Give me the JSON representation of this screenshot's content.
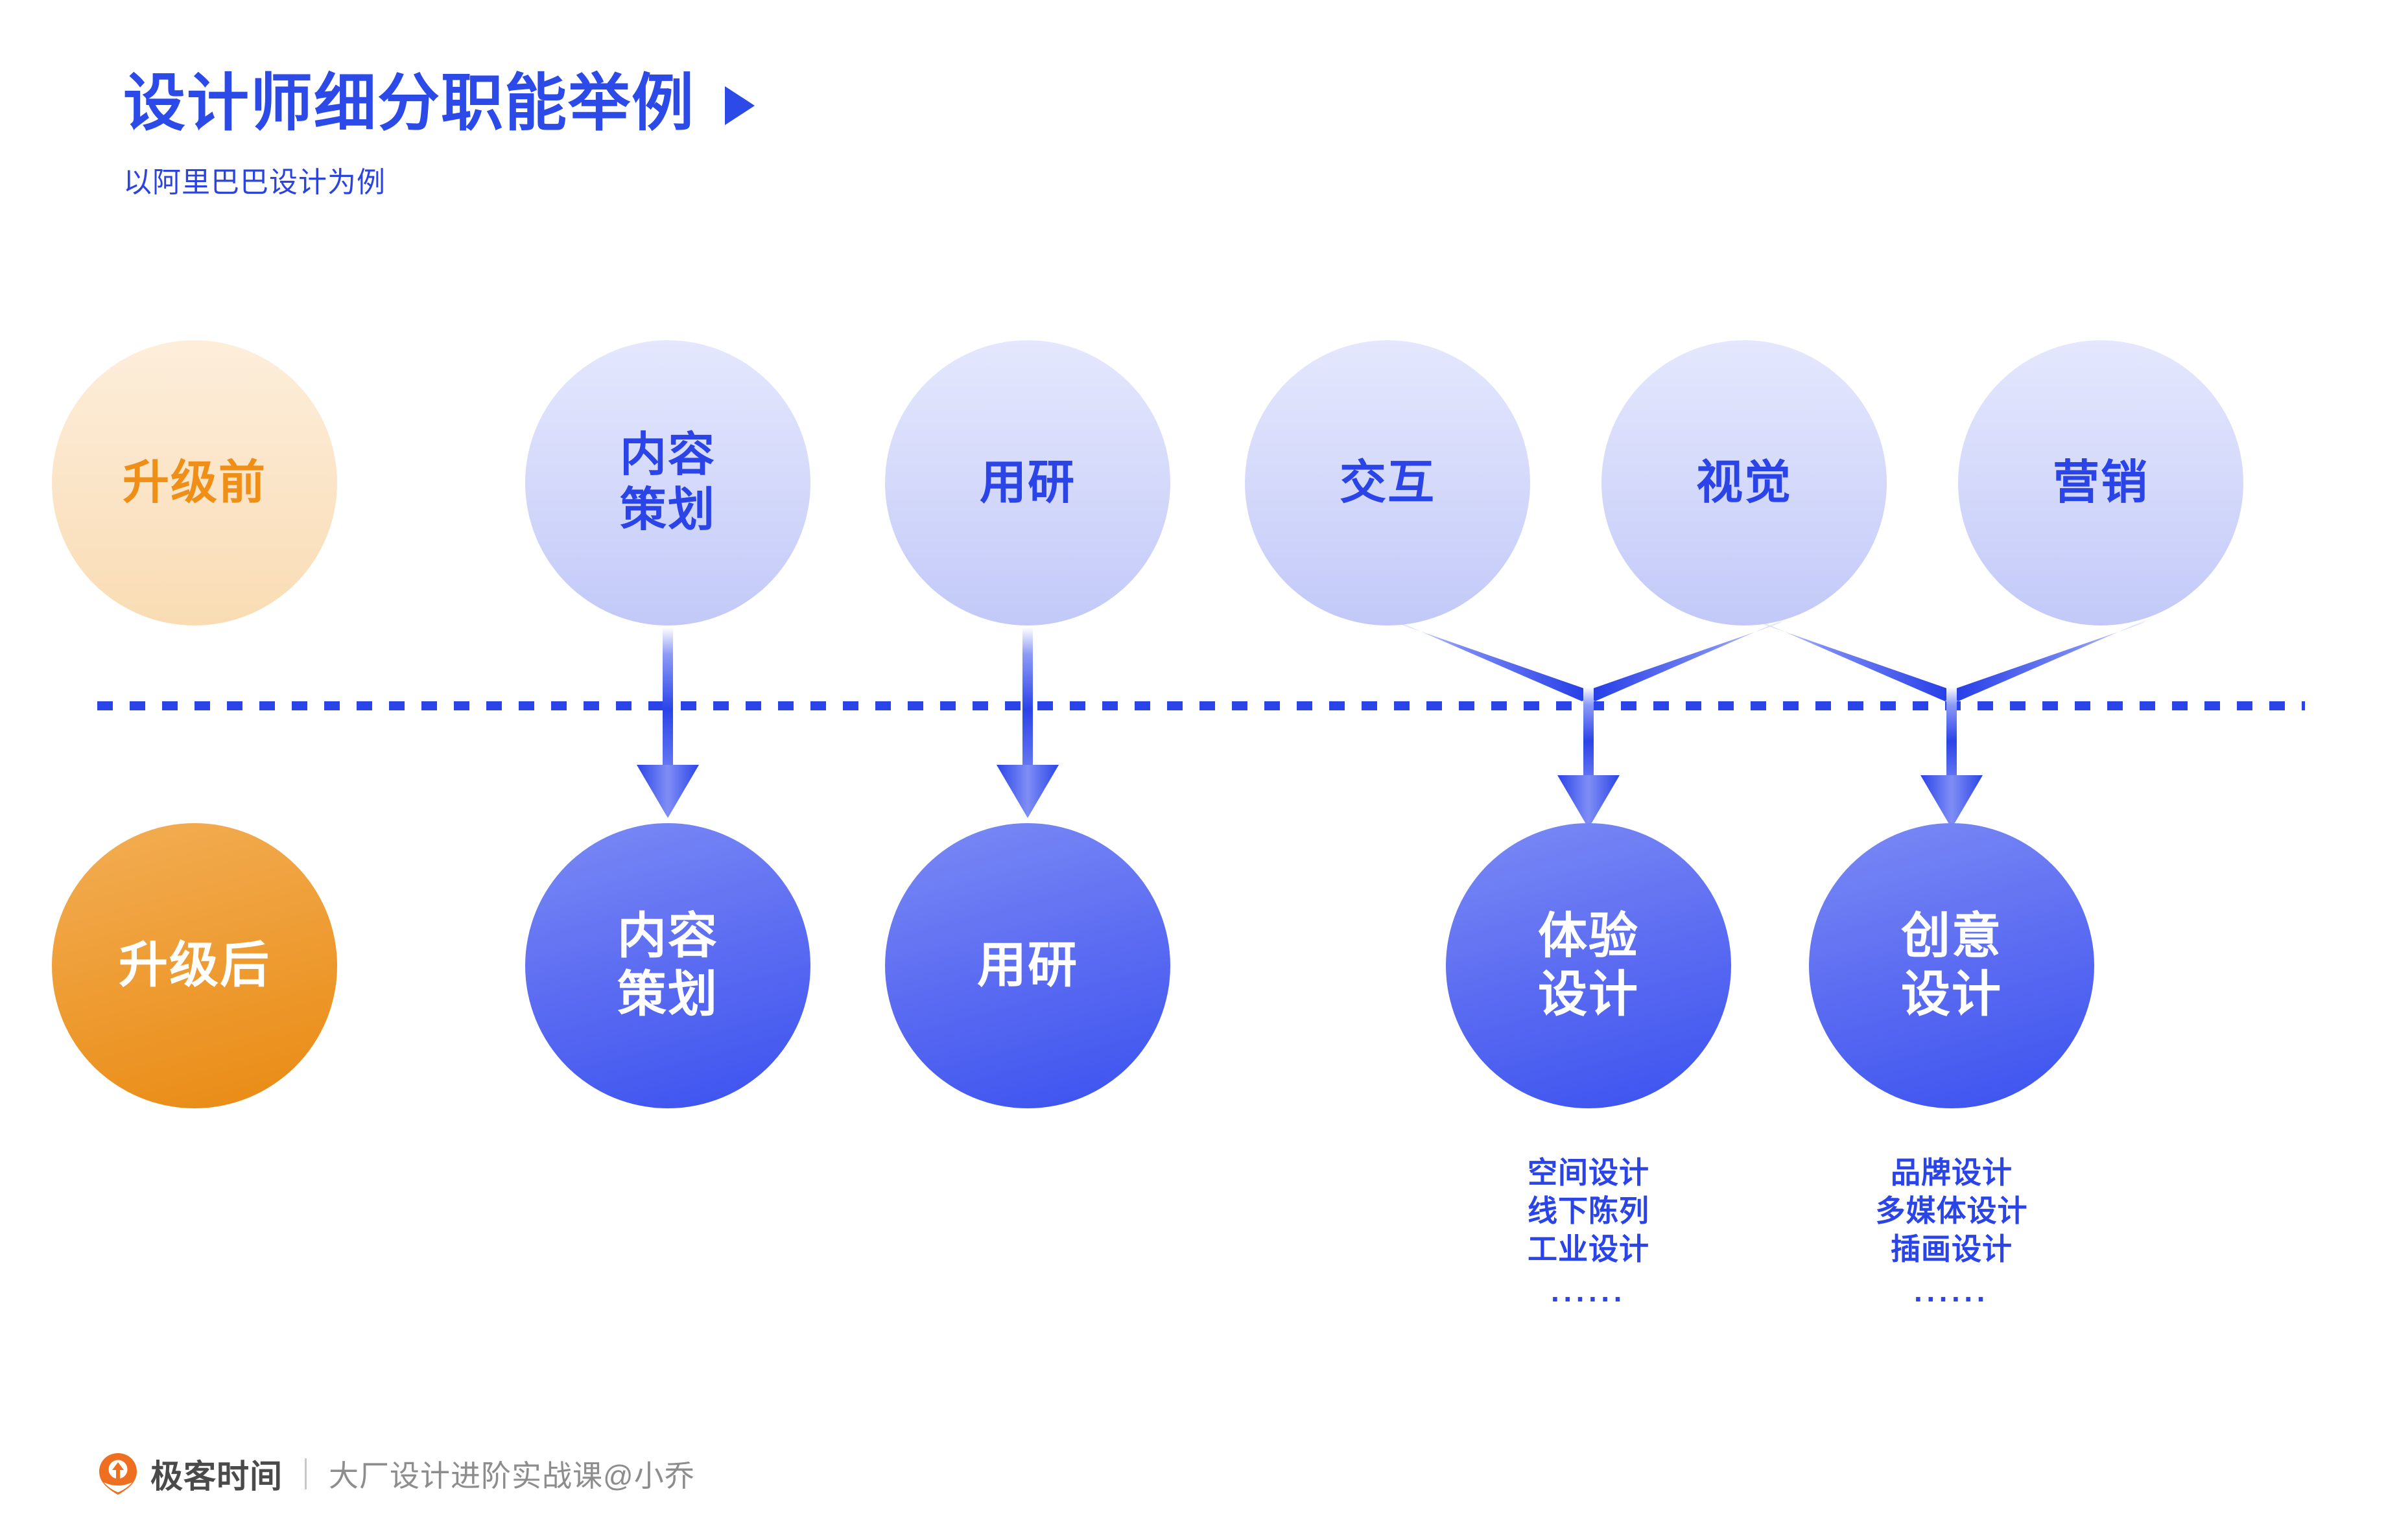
{
  "header": {
    "title": "设计师细分职能举例",
    "subtitle": "以阿里巴巴设计为例",
    "triangle_icon": "play-triangle-icon"
  },
  "colors": {
    "accent_blue": "#2b44e8",
    "accent_orange": "#ef8f18",
    "top_circle_fill": "#d6dbfb",
    "bottom_circle_fill": "#5f6ff2",
    "divider": "#2b44e8",
    "footer_text": "#8d8d8d"
  },
  "diagram": {
    "top_row": [
      {
        "label": "升级前",
        "kind": "stage-orange"
      },
      {
        "label": "内容\n策划",
        "kind": "role"
      },
      {
        "label": "用研",
        "kind": "role"
      },
      {
        "label": "交互",
        "kind": "role"
      },
      {
        "label": "视觉",
        "kind": "role"
      },
      {
        "label": "营销",
        "kind": "role"
      }
    ],
    "bottom_row": [
      {
        "label": "升级后",
        "kind": "stage-orange"
      },
      {
        "label": "内容\n策划",
        "kind": "role"
      },
      {
        "label": "用研",
        "kind": "role"
      },
      {
        "label": "体验\n设计",
        "kind": "role"
      },
      {
        "label": "创意\n设计",
        "kind": "role"
      }
    ],
    "sub_lists": [
      {
        "owner": "体验设计",
        "items": [
          "空间设计",
          "线下陈列",
          "工业设计"
        ],
        "more": "······"
      },
      {
        "owner": "创意设计",
        "items": [
          "品牌设计",
          "多媒体设计",
          "插画设计"
        ],
        "more": "······"
      }
    ],
    "divider_style": "dotted"
  },
  "footer": {
    "logo_icon": "geekbang-pin-icon",
    "brand": "极客时间",
    "separator": "|",
    "course": "大厂设计进阶实战课@小乔"
  }
}
